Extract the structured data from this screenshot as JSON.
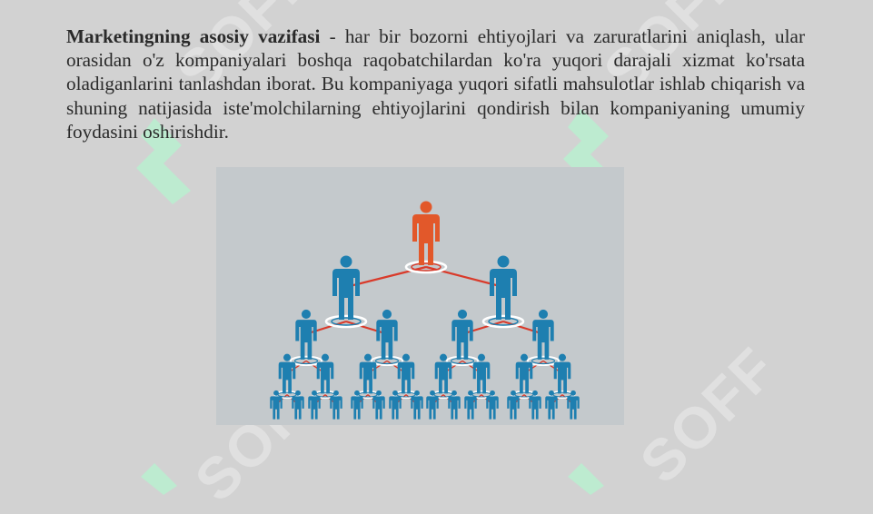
{
  "watermark": {
    "text": "SOFF",
    "accent_color": "#b6f3cf"
  },
  "paragraph": {
    "bold": "Marketingning asosiy vazifasi",
    "text": " - har bir bozorni ehtiyojlari va zaruratlarini aniqlash, ular orasidan o'z kompaniyalari boshqa raqobatchilardan ko'ra yuqori darajali xizmat ko'rsata oladiganlarini tanlashdan iborat. Bu kompaniyaga yuqori sifatli mahsulotlar ishlab chiqarish va shuning natijasida iste'molchilarning ehtiyojlarini qondirish bilan kompaniyaning umumiy foydasini oshirishdir."
  },
  "illustration": {
    "icon": "people-hierarchy-icon",
    "levels": [
      1,
      2,
      4,
      8,
      16
    ],
    "colors": {
      "top": "#e2582a",
      "people": "#1e7fb0",
      "links": "#d93a2a",
      "rings": "#ffffff"
    }
  }
}
